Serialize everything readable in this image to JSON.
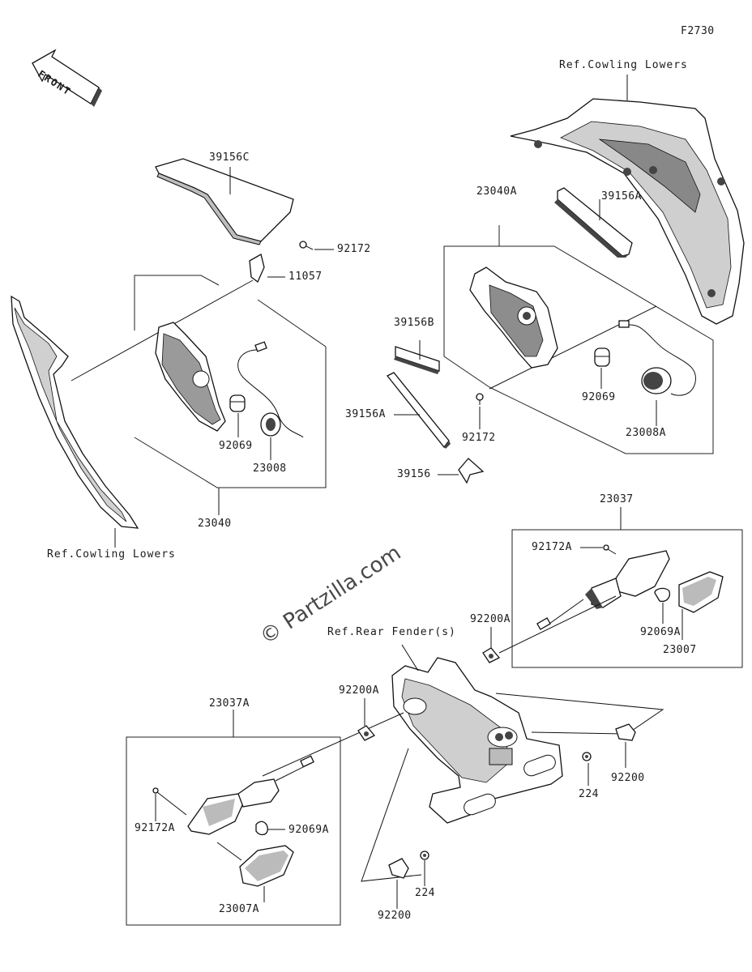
{
  "figure_code": "F2730",
  "front_label": "FRONT",
  "watermark": "© Partzilla.com",
  "refs": {
    "cowling_lowers_right": "Ref.Cowling Lowers",
    "cowling_lowers_left": "Ref.Cowling Lowers",
    "rear_fender": "Ref.Rear Fender(s)"
  },
  "parts": {
    "p39156C": "39156C",
    "p92172_top": "92172",
    "p11057": "11057",
    "p92069_left": "92069",
    "p23008": "23008",
    "p23040": "23040",
    "p23040A": "23040A",
    "p39156A_top": "39156A",
    "p39156B": "39156B",
    "p39156A_strip": "39156A",
    "p92172_mid": "92172",
    "p92069_right": "92069",
    "p23008A": "23008A",
    "p39156": "39156",
    "p23037": "23037",
    "p92172A_right": "92172A",
    "p92200A_right": "92200A",
    "p92069A_right": "92069A",
    "p23007": "23007",
    "p23037A": "23037A",
    "p92200A_left": "92200A",
    "p92172A_left": "92172A",
    "p92069A_left": "92069A",
    "p23007A": "23007A",
    "p224_right": "224",
    "p92200_right": "92200",
    "p224_bottom": "224",
    "p92200_bottom": "92200"
  }
}
